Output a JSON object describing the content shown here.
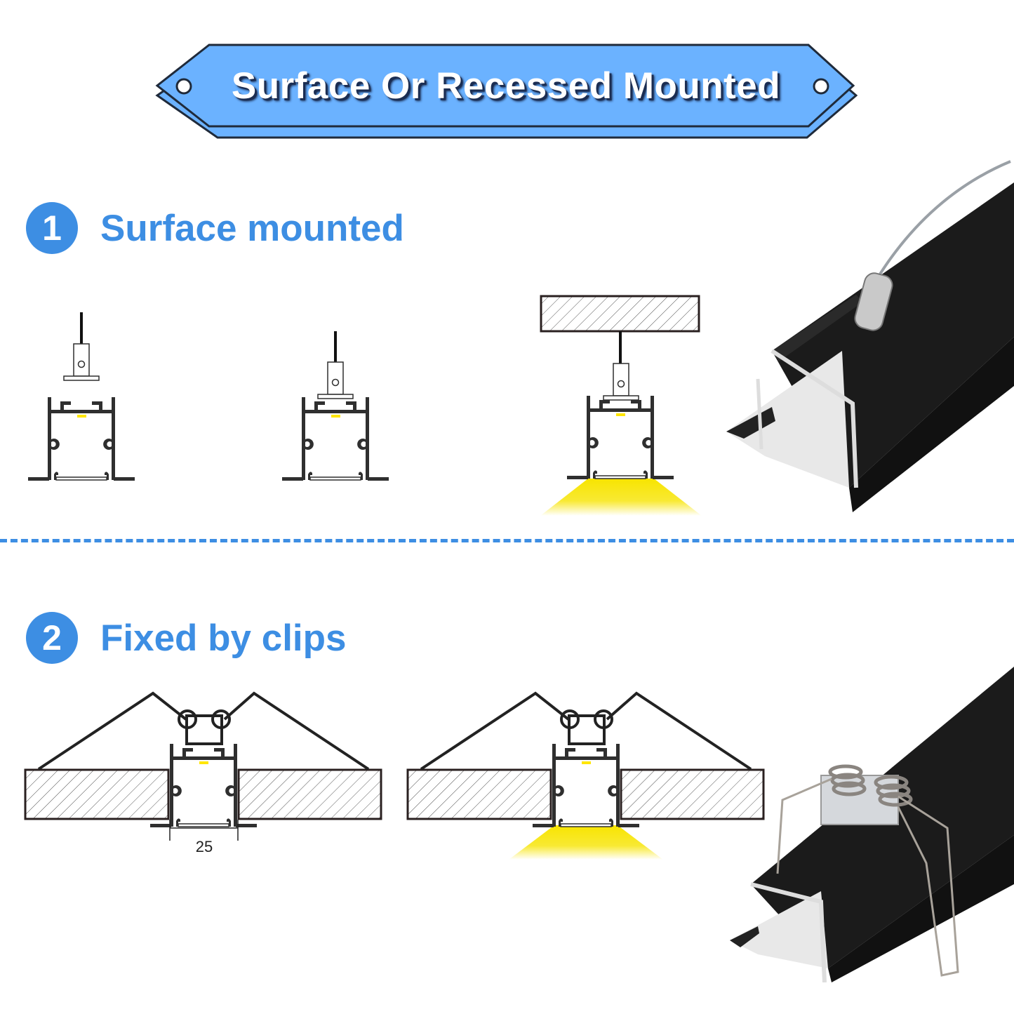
{
  "banner": {
    "title": "Surface Or Recessed Mounted",
    "fill_color": "#6bb2ff",
    "outline_color": "#1f2a3a"
  },
  "sections": [
    {
      "number": "1",
      "title": "Surface mounted",
      "diagrams": [
        {
          "name": "suspension-bracket-detached",
          "label": ""
        },
        {
          "name": "suspension-bracket-inserted",
          "label": ""
        },
        {
          "name": "ceiling-suspended-with-light",
          "label": ""
        }
      ],
      "photo": "black aluminium profile with steel suspension wire and cylinder connector"
    },
    {
      "number": "2",
      "title": "Fixed by clips",
      "diagrams": [
        {
          "name": "recessed-clip-install",
          "dimension_label": "25"
        },
        {
          "name": "recessed-clip-install-with-light",
          "dimension_label": ""
        }
      ],
      "photo": "black aluminium profile with spring mounting clips"
    }
  ],
  "colors": {
    "accent_blue": "#3d8ee3",
    "profile_dark": "#2f2f2f",
    "light_yellow": "#f7e400",
    "led_yellow": "#ffe600"
  }
}
